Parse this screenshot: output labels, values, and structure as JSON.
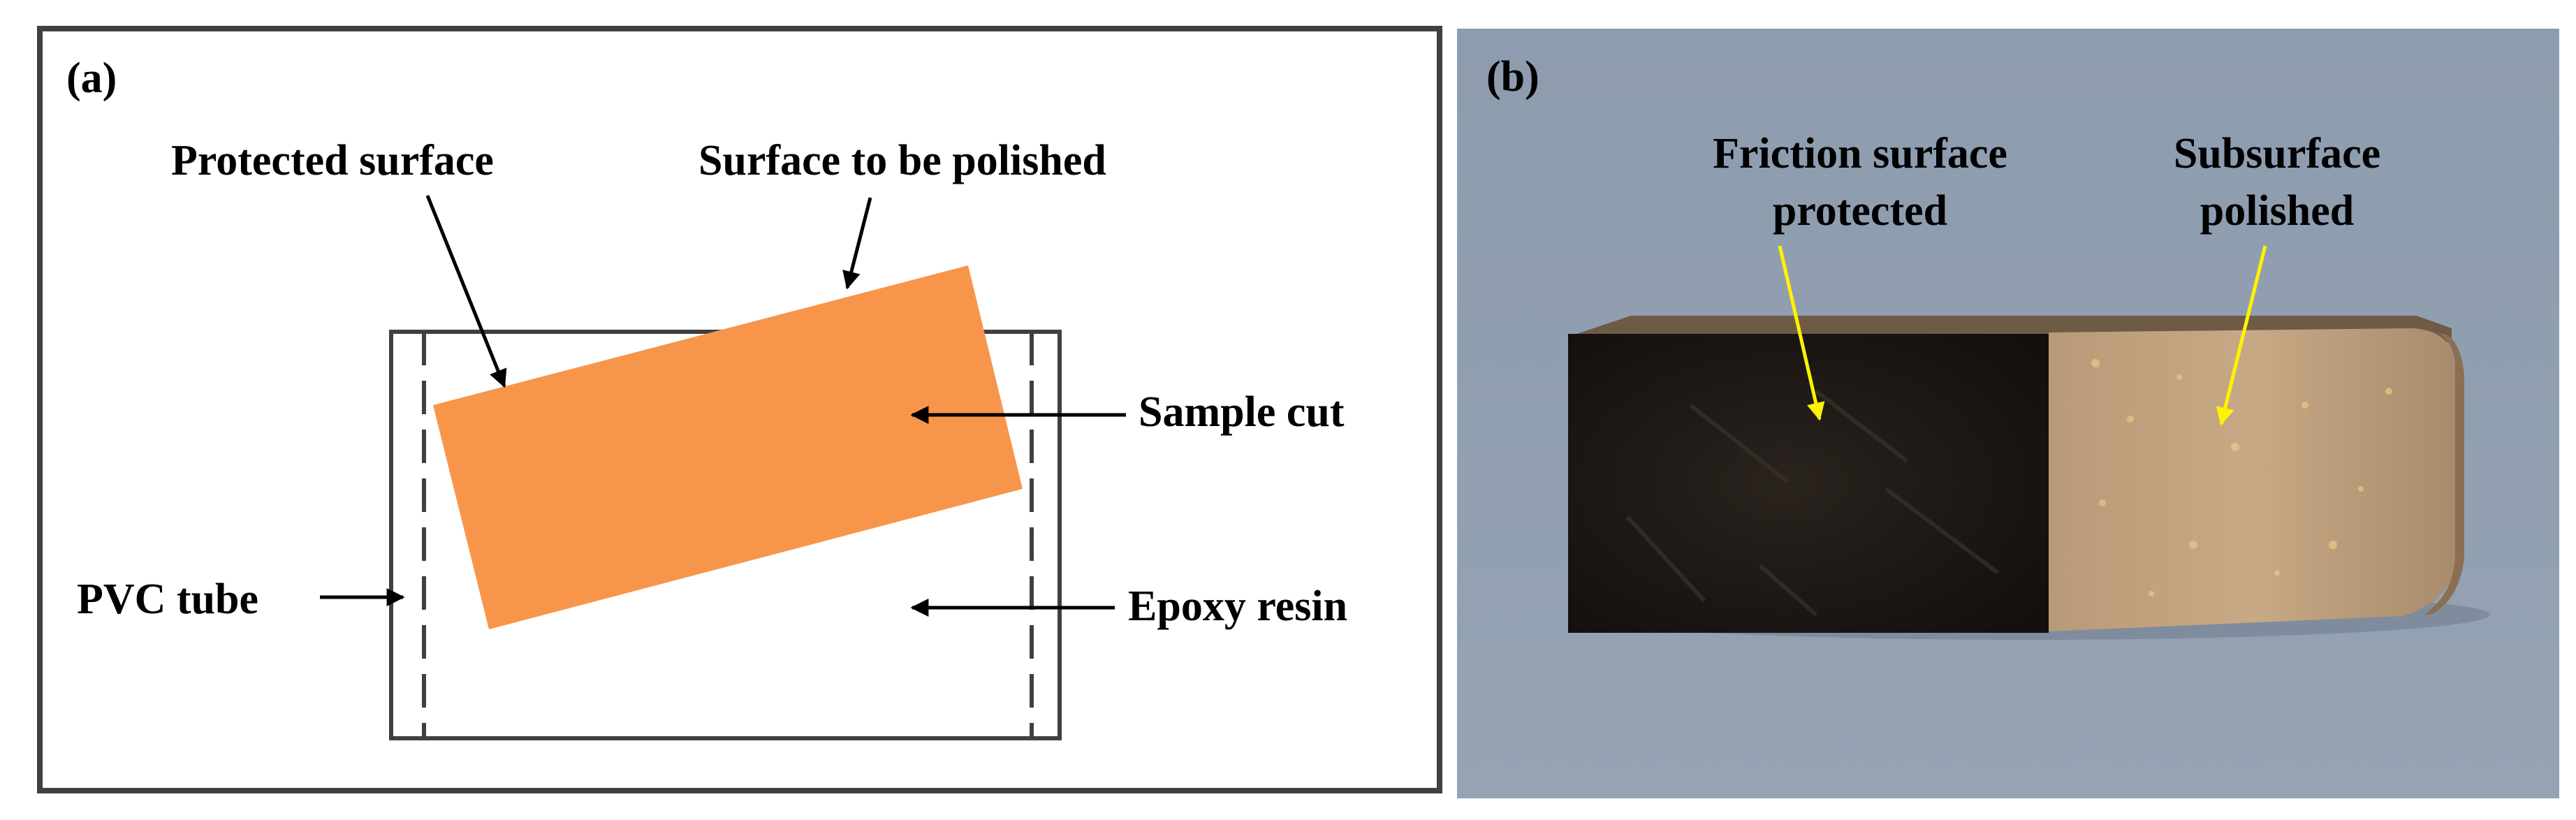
{
  "panel_a": {
    "tag": "(a)",
    "labels": {
      "protected_surface": "Protected surface",
      "surface_to_be_polished": "Surface to be polished",
      "sample_cut": "Sample cut",
      "pvc_tube": "PVC tube",
      "epoxy_resin": "Epoxy resin"
    },
    "colors": {
      "sample": "#F7964B",
      "outline": "#404040"
    }
  },
  "panel_b": {
    "tag": "(b)",
    "labels": {
      "friction_line1": "Friction surface",
      "friction_line2": "protected",
      "subsurface_line1": "Subsurface",
      "subsurface_line2": "polished"
    },
    "colors": {
      "background": "#8E9DAE",
      "arrow": "#FFF200"
    }
  }
}
